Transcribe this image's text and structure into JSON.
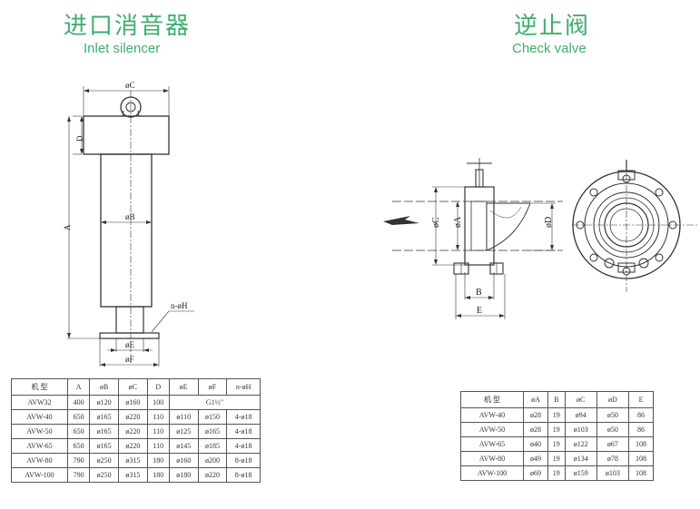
{
  "inlet": {
    "title_cn": "进口消音器",
    "title_en": "Inlet silencer",
    "dims": {
      "phiC": "øC",
      "D": "D",
      "A": "A",
      "phiB": "øB",
      "nphiH": "n-øH",
      "phiE": "øE",
      "phiF": "øF"
    },
    "table": {
      "headers": [
        "机    型",
        "A",
        "øB",
        "øC",
        "D",
        "øE",
        "øF",
        "n-øH"
      ],
      "rows": [
        [
          "AVW32",
          "400",
          "ø120",
          "ø160",
          "100",
          "G1½\"",
          "",
          ""
        ],
        [
          "AVW-40",
          "650",
          "ø165",
          "ø220",
          "110",
          "ø110",
          "ø150",
          "4-ø18"
        ],
        [
          "AVW-50",
          "650",
          "ø165",
          "ø220",
          "110",
          "ø125",
          "ø165",
          "4-ø18"
        ],
        [
          "AVW-65",
          "650",
          "ø165",
          "ø220",
          "110",
          "ø145",
          "ø185",
          "4-ø18"
        ],
        [
          "AVW-80",
          "790",
          "ø250",
          "ø315",
          "180",
          "ø160",
          "ø200",
          "8-ø18"
        ],
        [
          "AVW-100",
          "790",
          "ø250",
          "ø315",
          "180",
          "ø180",
          "ø220",
          "8-ø18"
        ]
      ]
    }
  },
  "check": {
    "title_cn": "逆止阀",
    "title_en": "Check valve",
    "dims": {
      "phiC": "øC",
      "phiA": "øA",
      "phiD": "øD",
      "B": "B",
      "E": "E"
    },
    "table": {
      "headers": [
        "机    型",
        "øA",
        "B",
        "øC",
        "øD",
        "E"
      ],
      "rows": [
        [
          "AVW-40",
          "ø28",
          "19",
          "ø94",
          "ø50",
          "86"
        ],
        [
          "AVW-50",
          "ø28",
          "19",
          "ø103",
          "ø50",
          "86"
        ],
        [
          "AVW-65",
          "ø40",
          "19",
          "ø122",
          "ø67",
          "108"
        ],
        [
          "AVW-80",
          "ø49",
          "19",
          "ø134",
          "ø78",
          "108"
        ],
        [
          "AVW-100",
          "ø69",
          "19",
          "ø159",
          "ø103",
          "108"
        ]
      ]
    }
  },
  "colors": {
    "title": "#3fae6e",
    "line": "#333333"
  }
}
